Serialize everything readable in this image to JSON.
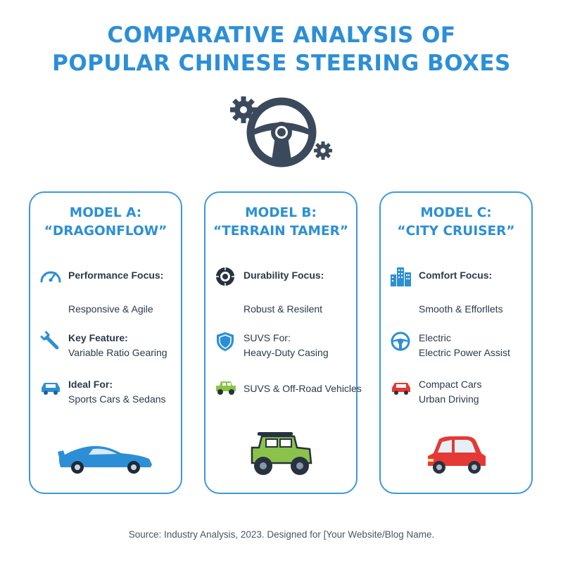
{
  "title": {
    "line1": "COMPARATIVE ANALYSIS OF",
    "line2": "POPULAR CHINESE STEERING BOXES"
  },
  "hero_icon": "steering-wheel-with-gears",
  "colors": {
    "accent": "#2c8fd6",
    "border": "#3d98dc",
    "text": "#2a3a4a"
  },
  "models": [
    {
      "title_line1": "MODEL A:",
      "title_line2": "“DRAGONFLOW”",
      "rows": [
        {
          "icon": "speedometer-icon",
          "heading": "Performance Focus:",
          "line1": "",
          "line2": "Responsive & Agile"
        },
        {
          "icon": "wrench-icon",
          "heading": "Key Feature:",
          "line1": "Variable Ratio Gearing",
          "line2": ""
        },
        {
          "icon": "car-icon",
          "heading": "Ideal For:",
          "line1": "Sports Cars & Sedans",
          "line2": ""
        }
      ],
      "car_icon": "sports-car-illustration"
    },
    {
      "title_line1": "MODEL B:",
      "title_line2": "“TERRAIN TAMER”",
      "rows": [
        {
          "icon": "tire-icon",
          "heading": "Durability Focus:",
          "line1": "",
          "line2": "Robust & Resilent"
        },
        {
          "icon": "shield-icon",
          "heading": "",
          "line1": "SUVS For:",
          "line2": "Heavy-Duty Casing"
        },
        {
          "icon": "jeep-icon",
          "heading": "",
          "line1": "SUVS & Off-Road Vehicles",
          "line2": ""
        }
      ],
      "car_icon": "off-road-jeep-illustration"
    },
    {
      "title_line1": "MODEL C:",
      "title_line2": "“CITY CRUISER”",
      "rows": [
        {
          "icon": "city-buildings-icon",
          "heading": "Comfort Focus:",
          "line1": "",
          "line2": "Smooth & Efforllets"
        },
        {
          "icon": "steering-wheel-icon",
          "heading": "",
          "line1": "Electric",
          "line2": "Electric Power Assist"
        },
        {
          "icon": "compact-car-icon",
          "heading": "",
          "line1": "Compact Cars",
          "line2": "Urban Driving"
        }
      ],
      "car_icon": "compact-car-illustration"
    }
  ],
  "source": "Source: Industry Analysis, 2023. Designed for [Your Website/Blog Name."
}
